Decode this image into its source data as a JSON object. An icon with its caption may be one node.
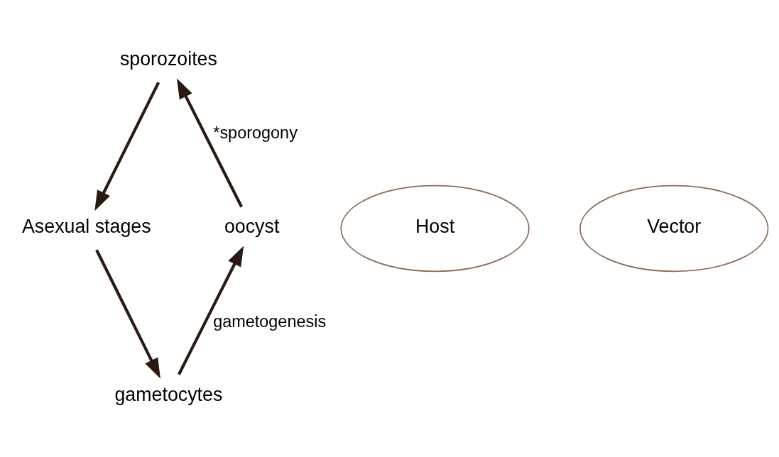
{
  "diagram": {
    "nodes": [
      {
        "text": [
          "sporozoites"
        ]
      },
      {
        "text": [
          "Asexual stages"
        ]
      },
      {
        "text": [
          "gametocytes"
        ]
      },
      {
        "text": [
          "oocyst"
        ]
      },
      {
        "text": [
          "Host"
        ]
      },
      {
        "text": [
          "Vector"
        ]
      }
    ],
    "edges": [
      {
        "from": 0,
        "to": 1,
        "arrow": "to"
      },
      {
        "from": 1,
        "to": 2,
        "arrow": "to"
      },
      {
        "from": 2,
        "to": 3,
        "arrow": "to",
        "label": "gametogenesis"
      },
      {
        "from": 3,
        "to": 0,
        "arrow": "to",
        "label": "*sporogony"
      }
    ]
  }
}
